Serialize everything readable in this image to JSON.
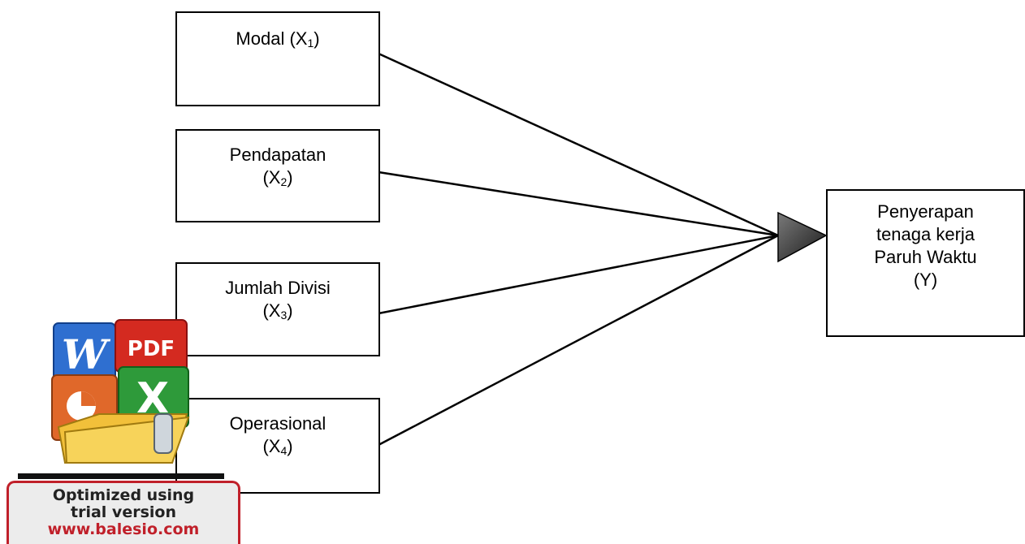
{
  "nodes": {
    "x1": {
      "line1": "Modal (X",
      "sub": "1",
      "close": ")"
    },
    "x2": {
      "line1": "Pendapatan",
      "line2": "(X",
      "sub": "2",
      "close": ")"
    },
    "x3": {
      "line1": "Jumlah Divisi",
      "line2": "(X",
      "sub": "3",
      "close": ")"
    },
    "x4": {
      "line1": "Operasional",
      "line2": "(X",
      "sub": "4",
      "close": ")"
    },
    "y": {
      "lines": [
        "Penyerapan",
        "tenaga kerja",
        "Paruh Waktu",
        "(Y)"
      ]
    }
  },
  "watermark": {
    "logo_letters": {
      "word": "W",
      "pdf": "PDF",
      "excel": "X"
    },
    "lines": [
      "Optimized using",
      "trial version",
      "www.balesio.com"
    ],
    "accent": "#c0202a"
  },
  "colors": {
    "stroke": "#000000",
    "arrow": "#3a3a3a"
  }
}
